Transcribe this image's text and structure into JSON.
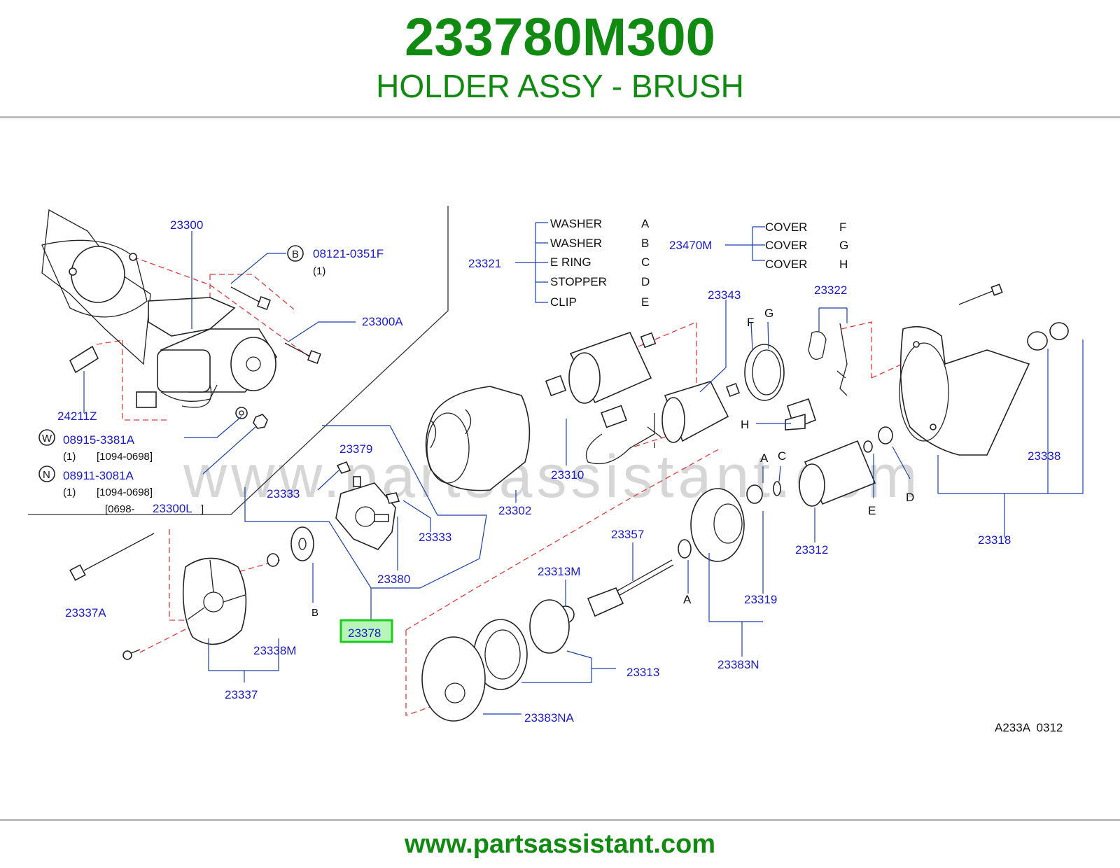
{
  "header": {
    "part_number": "233780M300",
    "part_name": "HOLDER ASSY - BRUSH"
  },
  "watermark": "www.partsassistant.com",
  "footer": {
    "url": "www.partsassistant.com"
  },
  "diagram_code": "A233A  0312",
  "highlight": {
    "part": "23378",
    "color": "#1ccc1c"
  },
  "labels": {
    "p23300": "23300",
    "p08121": "08121-0351F",
    "q1a": "(1)",
    "p23300A": "23300A",
    "p24211Z": "24211Z",
    "p08915": "08915-3381A",
    "q1b": "(1)",
    "r1b": "[1094-0698]",
    "p08911": "08911-3081A",
    "q1c": "(1)",
    "r1c": "[1094-0698]",
    "r0698": "[0698-",
    "p23300L": "23300L",
    "rbr": "]",
    "pB": "B",
    "pW": "W",
    "pN": "N",
    "p23379": "23379",
    "p23333a": "23333",
    "p23333b": "23333",
    "p23380": "23380",
    "p23378": "23378",
    "p23337A": "23337A",
    "p23338M": "23338M",
    "p23337": "23337",
    "lB": "B",
    "p23302": "23302",
    "p23310": "23310",
    "p23321": "23321",
    "washerA": "WASHER",
    "lA": "A",
    "washerB": "WASHER",
    "lB2": "B",
    "eRing": "E  RING",
    "lC": "C",
    "stopper": "STOPPER",
    "lD": "D",
    "clip": "CLIP",
    "lE": "E",
    "p23470M": "23470M",
    "coverF": "COVER",
    "lF": "F",
    "coverG": "COVER",
    "lG": "G",
    "coverH": "COVER",
    "lH": "H",
    "p23343": "23343",
    "p23322": "23322",
    "dF": "F",
    "dG": "G",
    "dH": "H",
    "dA": "A",
    "dC": "C",
    "dD": "D",
    "dE": "E",
    "p23312": "23312",
    "p23338": "23338",
    "p23318": "23318",
    "p23357": "23357",
    "p23313M": "23313M",
    "dA2": "A",
    "p23319": "23319",
    "p23383N": "23383N",
    "p23313": "23313",
    "p23383NA": "23383NA"
  }
}
